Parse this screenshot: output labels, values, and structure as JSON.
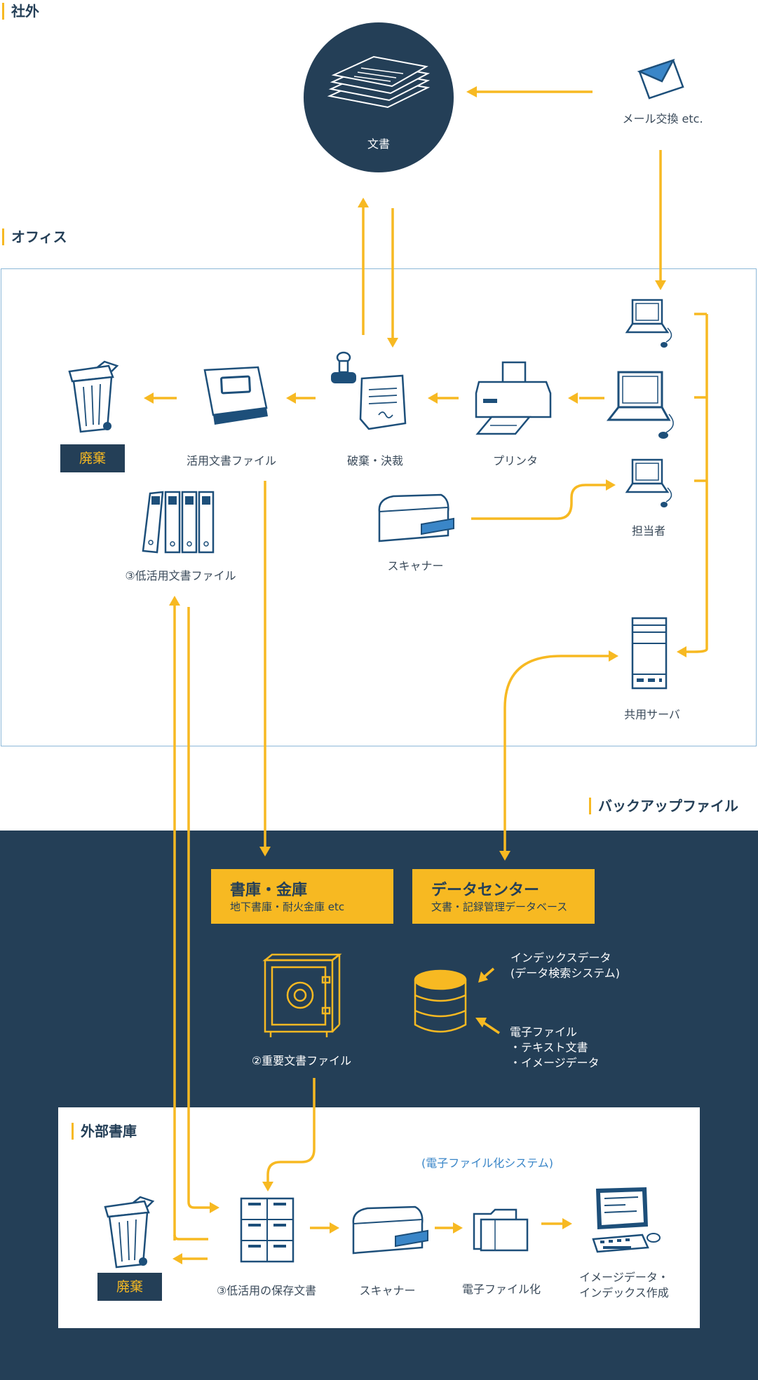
{
  "sections": {
    "outside": "社外",
    "office": "オフィス",
    "backup": "バックアップファイル",
    "external_storage": "外部書庫"
  },
  "outside": {
    "document_label": "文書",
    "mail_label": "メール交換 etc."
  },
  "office": {
    "trash_button": "廃棄",
    "active_file_label": "活用文書ファイル",
    "discard_decision_label": "破棄・決裁",
    "printer_label": "プリンタ",
    "staff_label": "担当者",
    "scanner_label": "スキャナー",
    "low_use_file_label": "③低活用文書ファイル",
    "shared_server_label": "共用サーバ"
  },
  "backup": {
    "archive_title": "書庫・金庫",
    "archive_subtitle": "地下書庫・耐火金庫 etc",
    "datacenter_title": "データセンター",
    "datacenter_subtitle": "文書・記録管理データベース",
    "important_file_label": "②重要文書ファイル",
    "index_data_line1": "インデックスデータ",
    "index_data_line2": "(データ検索システム)",
    "electronic_line1": "電子ファイル",
    "electronic_line2": "・テキスト文書",
    "electronic_line3": "・イメージデータ"
  },
  "external": {
    "system_label": "(電子ファイル化システム)",
    "trash_button": "廃棄",
    "stored_docs_label": "③低活用の保存文書",
    "scanner_label": "スキャナー",
    "digitize_label": "電子ファイル化",
    "image_index_line1": "イメージデータ・",
    "image_index_line2": "インデックス作成"
  },
  "colors": {
    "navy": "#243f57",
    "accent_yellow": "#f7b922",
    "icon_blue": "#1d4f7a",
    "light_blue": "#8cb8d8",
    "system_blue": "#3a86c8"
  },
  "icons": [
    "documents-stack-icon",
    "envelope-icon",
    "laptop-icon",
    "printer-icon",
    "stamp-document-icon",
    "binder-icon",
    "trash-bin-icon",
    "binders-row-icon",
    "scanner-icon",
    "server-icon",
    "safe-icon",
    "database-icon",
    "locker-icon",
    "folder-icon",
    "computer-icon"
  ]
}
